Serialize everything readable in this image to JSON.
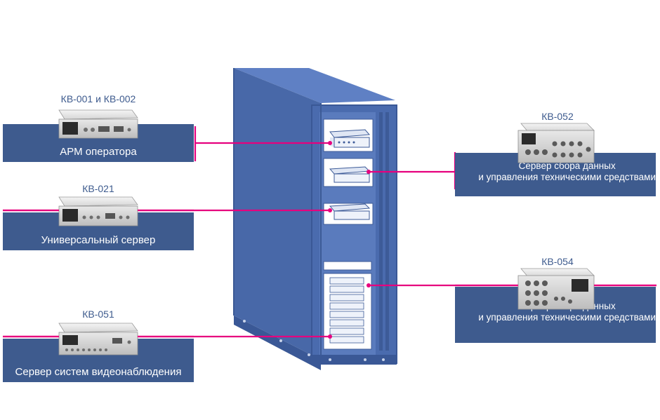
{
  "colors": {
    "panel": "#3e5b8e",
    "connector": "#e6007e",
    "rack_front": "#4a6bae",
    "rack_side": "#2f4a80"
  },
  "devices": [
    {
      "id": "arm",
      "model": "КВ-001 и КВ-002",
      "label": "АРМ оператора"
    },
    {
      "id": "universal",
      "model": "КВ-021",
      "label": "Универсальный сервер"
    },
    {
      "id": "video",
      "model": "КВ-051",
      "label": "Сервер систем видеонаблюдения"
    },
    {
      "id": "data1",
      "model": "КВ-052",
      "label_line1": "Сервер сбора данных",
      "label_line2": "и управления техническими средствами"
    },
    {
      "id": "data2",
      "model": "КВ-054",
      "label_line1": "Сервер сбора данных",
      "label_line2": "и управления техническими средствами"
    }
  ]
}
